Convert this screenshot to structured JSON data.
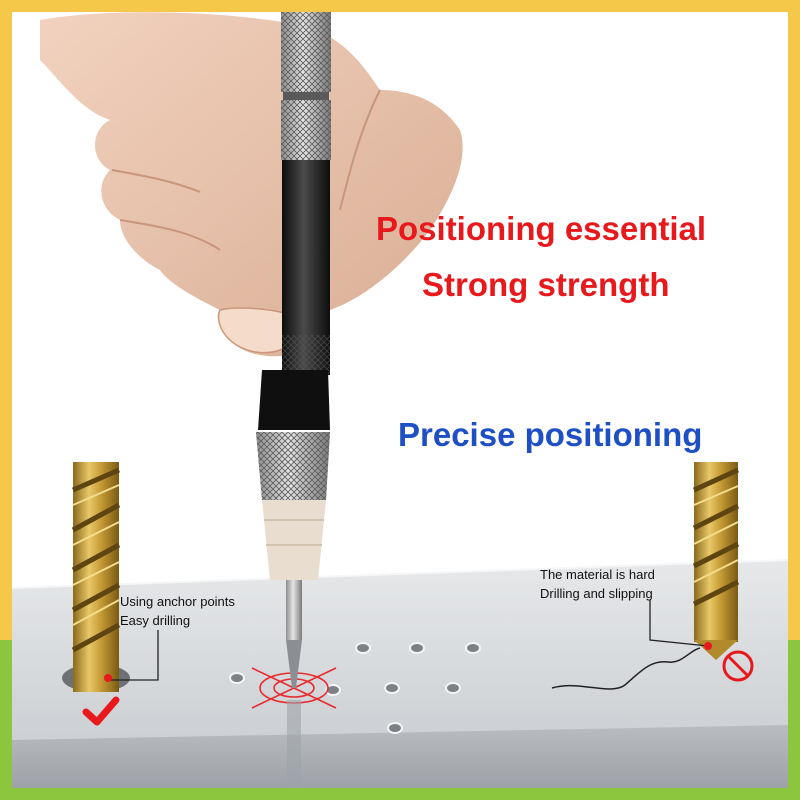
{
  "headline": {
    "line1": "Positioning essential",
    "line2": "Strong strength",
    "line3": "Precise positioning"
  },
  "callout_left": {
    "line1": "Using anchor points",
    "line2": "Easy drilling"
  },
  "callout_right": {
    "line1": "The material is hard",
    "line2": "Drilling and slipping"
  },
  "colors": {
    "border_top": "#f5c84a",
    "border_bottom": "#8cc63f",
    "headline_red": "#e8191d",
    "headline_blue": "#1f4fc4",
    "marker_red": "#e8191d"
  },
  "icons": {
    "check": "check-icon",
    "prohibited": "prohibited-icon"
  }
}
